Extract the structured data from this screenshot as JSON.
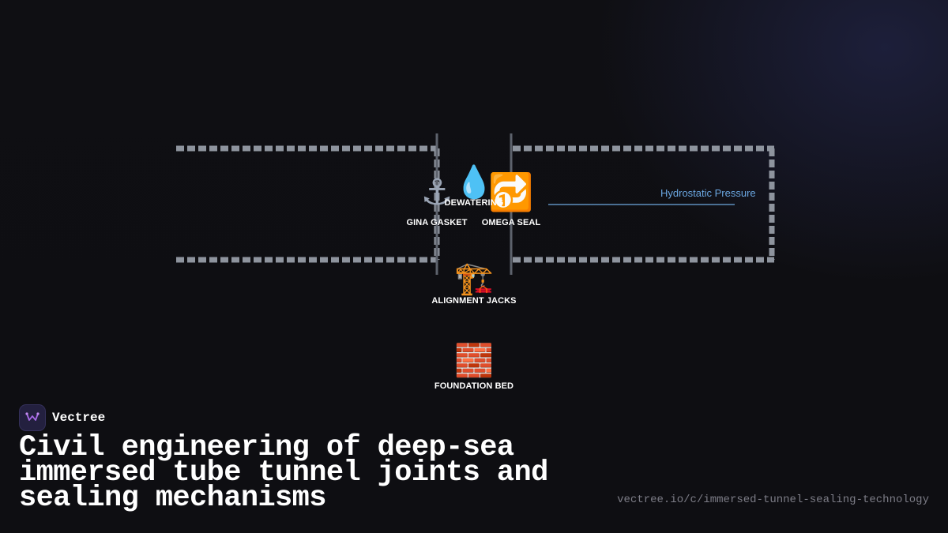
{
  "diagram": {
    "components": {
      "gina_gasket": {
        "label": "GINA GASKET",
        "icon": "anchor-icon",
        "glyph": "⚓"
      },
      "dewatering": {
        "label": "DEWATERING",
        "icon": "water-drop-icon",
        "glyph": "💧"
      },
      "omega_seal": {
        "label": "OMEGA SEAL",
        "icon": "repeat-once-icon",
        "glyph": "🔂"
      },
      "alignment_jacks": {
        "label": "ALIGNMENT JACKS",
        "icon": "crane-icon",
        "glyph": "🏗️"
      },
      "foundation_bed": {
        "label": "FOUNDATION BED",
        "icon": "brick-icon",
        "glyph": "🧱"
      }
    },
    "pressure_label": "Hydrostatic Pressure",
    "colors": {
      "tube_outline": "#8e949e",
      "joint_line": "#5d626c",
      "pressure_line": "#4a6f93",
      "pressure_text": "#6aa6e0"
    }
  },
  "brand": {
    "name": "Vectree",
    "logo_icon": "vectree-logo-icon",
    "accent": "#a86ae8"
  },
  "title": "Civil engineering of deep-sea immersed tube tunnel joints and sealing mechanisms",
  "url": "vectree.io/c/immersed-tunnel-sealing-technology"
}
